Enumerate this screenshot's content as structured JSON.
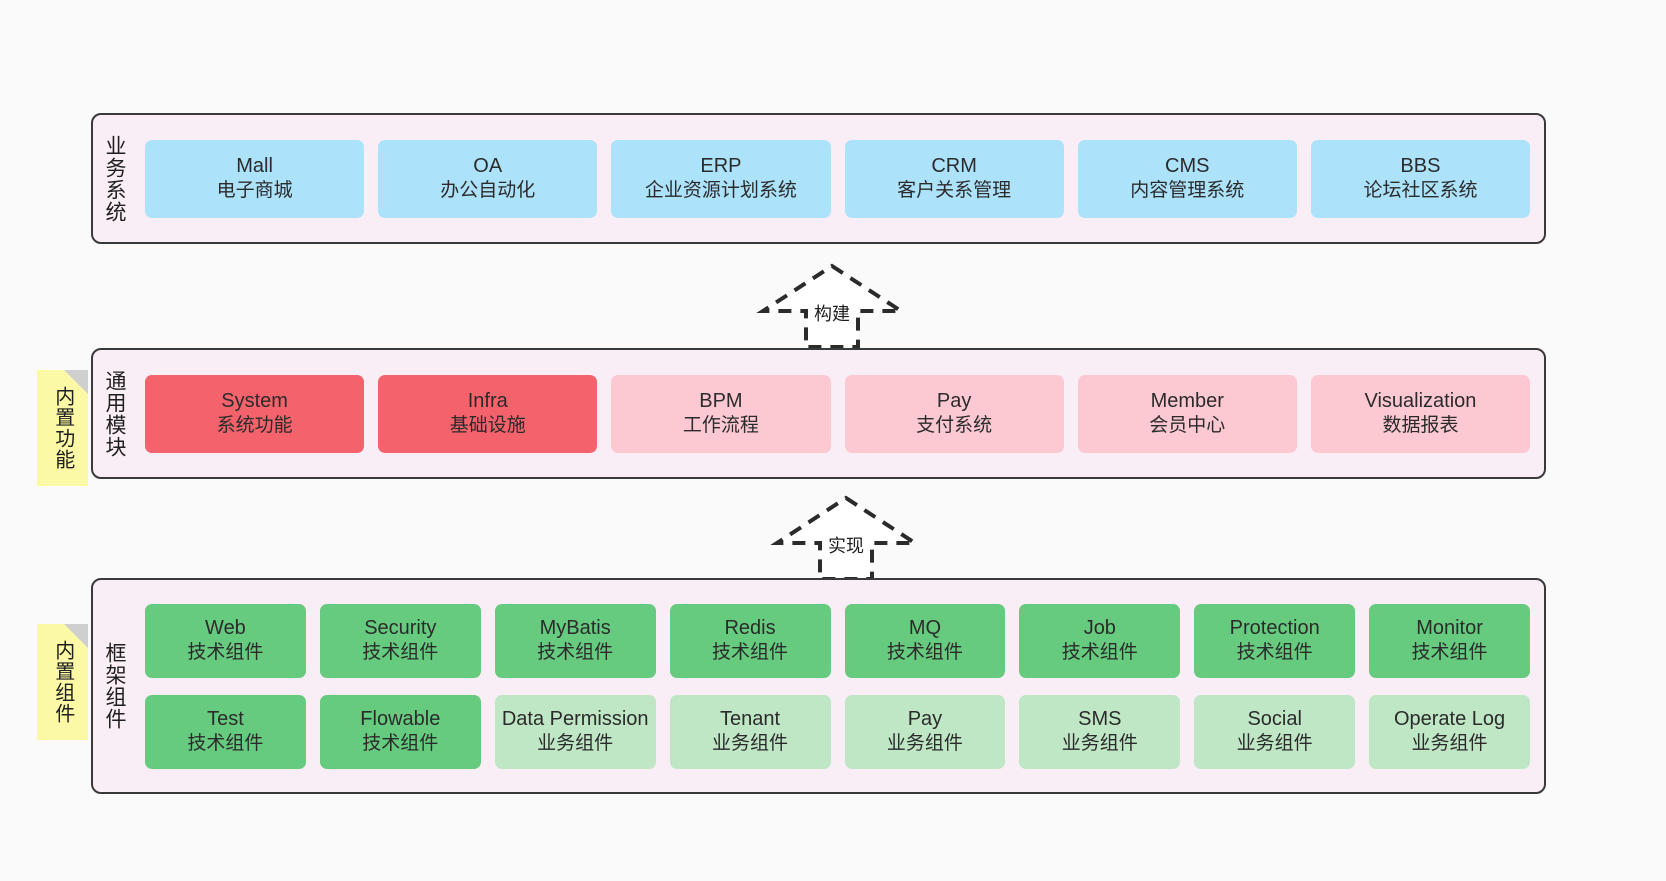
{
  "diagram": {
    "background_color": "#fafafa",
    "layer_fill": "#faeef6",
    "layer_border": "#3a3a3a",
    "sticky_color": "#fbf8a6",
    "colors": {
      "business": "#ade2fb",
      "module_active": "#f4626c",
      "module_planned": "#fcc9d3",
      "framework_tech": "#66cb7f",
      "framework_biz": "#bfe6c5"
    }
  },
  "layers": {
    "business": {
      "title": "业务系统",
      "nodes": [
        {
          "en": "Mall",
          "cn": "电子商城"
        },
        {
          "en": "OA",
          "cn": "办公自动化"
        },
        {
          "en": "ERP",
          "cn": "企业资源计划系统"
        },
        {
          "en": "CRM",
          "cn": "客户关系管理"
        },
        {
          "en": "CMS",
          "cn": "内容管理系统"
        },
        {
          "en": "BBS",
          "cn": "论坛社区系统"
        }
      ]
    },
    "modules": {
      "title": "通用模块",
      "sticky": "内置功能",
      "nodes": [
        {
          "en": "System",
          "cn": "系统功能",
          "style": "red"
        },
        {
          "en": "Infra",
          "cn": "基础设施",
          "style": "red"
        },
        {
          "en": "BPM",
          "cn": "工作流程",
          "style": "pink"
        },
        {
          "en": "Pay",
          "cn": "支付系统",
          "style": "pink"
        },
        {
          "en": "Member",
          "cn": "会员中心",
          "style": "pink"
        },
        {
          "en": "Visualization",
          "cn": "数据报表",
          "style": "pink"
        }
      ]
    },
    "framework": {
      "title": "框架组件",
      "sticky": "内置组件",
      "row1": [
        {
          "en": "Web",
          "cn": "技术组件",
          "style": "green"
        },
        {
          "en": "Security",
          "cn": "技术组件",
          "style": "green"
        },
        {
          "en": "MyBatis",
          "cn": "技术组件",
          "style": "green"
        },
        {
          "en": "Redis",
          "cn": "技术组件",
          "style": "green"
        },
        {
          "en": "MQ",
          "cn": "技术组件",
          "style": "green"
        },
        {
          "en": "Job",
          "cn": "技术组件",
          "style": "green"
        },
        {
          "en": "Protection",
          "cn": "技术组件",
          "style": "green"
        },
        {
          "en": "Monitor",
          "cn": "技术组件",
          "style": "green"
        }
      ],
      "row2": [
        {
          "en": "Test",
          "cn": "技术组件",
          "style": "green"
        },
        {
          "en": "Flowable",
          "cn": "技术组件",
          "style": "green"
        },
        {
          "en": "Data Permission",
          "cn": "业务组件",
          "style": "lgreen"
        },
        {
          "en": "Tenant",
          "cn": "业务组件",
          "style": "lgreen"
        },
        {
          "en": "Pay",
          "cn": "业务组件",
          "style": "lgreen"
        },
        {
          "en": "SMS",
          "cn": "业务组件",
          "style": "lgreen"
        },
        {
          "en": "Social",
          "cn": "业务组件",
          "style": "lgreen"
        },
        {
          "en": "Operate Log",
          "cn": "业务组件",
          "style": "lgreen"
        }
      ]
    }
  },
  "arrows": {
    "build": {
      "label": "构建"
    },
    "implement": {
      "label": "实现"
    }
  }
}
